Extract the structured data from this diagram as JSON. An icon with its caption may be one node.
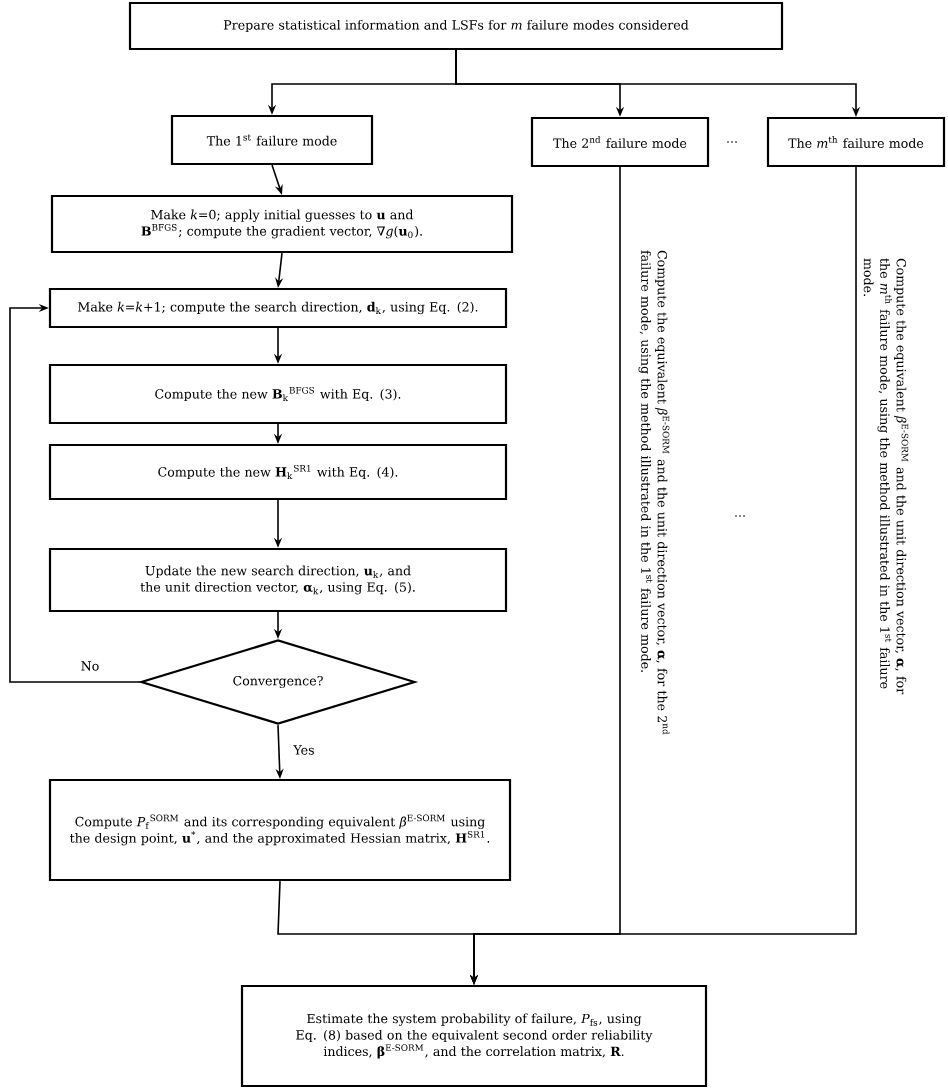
{
  "diagram": {
    "nodes": [
      {
        "text": [
          "Prepare statistical information and LSFs for *m* failure modes considered"
        ]
      },
      {
        "text": [
          "The 1$^{st}$ failure mode"
        ]
      },
      {
        "text": [
          "The 2$^{nd}$ failure mode"
        ]
      },
      {
        "text": [
          "The *m*$^{th}$ failure mode"
        ]
      },
      {
        "text": [
          "Make *k*=0; apply initial guesses to **u** and **B**$^{BFGS}$; compute the gradient vector, ∇*g*(**u**$_{0}$)."
        ]
      },
      {
        "text": [
          "Make *k*=*k*+1; compute the search direction, **d**$_{k}$, using Eq. (2)."
        ]
      },
      {
        "text": [
          "Compute the new **B**$_{k}$$^{BFGS}$ with Eq. (3)."
        ]
      },
      {
        "text": [
          "Compute the new **H**$_{k}$$^{SR1}$ with Eq. (4)."
        ]
      },
      {
        "text": [
          "Update the new search direction, **u**$_{k}$, and the unit direction vector, **α**$_{k}$, using Eq. (5)."
        ]
      },
      {
        "text": [
          "Convergence?"
        ]
      },
      {
        "text": [
          "Compute *P*$_{f}$$^{SORM}$ and its corresponding equivalent *β*$^{E-SORM}$ using the design point, **u**$^{*}$, and the approximated Hessian matrix, **H**$^{SR1}$."
        ]
      },
      {
        "text": [
          "Estimate the system probability of failure, *P*$_{fs}$, using Eq. (8) based on the equivalent second order reliability indices, **β**$^{E-SORM}$, and the correlation matrix, **R**."
        ]
      }
    ],
    "edges": [
      {
        "from": 0,
        "to": 1,
        "arrow": "to"
      },
      {
        "from": 0,
        "to": 2,
        "arrow": "to"
      },
      {
        "from": 0,
        "to": 3,
        "arrow": "to"
      },
      {
        "from": 1,
        "to": 4,
        "arrow": "to"
      },
      {
        "from": 4,
        "to": 5,
        "arrow": "to"
      },
      {
        "from": 5,
        "to": 6,
        "arrow": "to"
      },
      {
        "from": 6,
        "to": 7,
        "arrow": "to"
      },
      {
        "from": 7,
        "to": 8,
        "arrow": "to"
      },
      {
        "from": 8,
        "to": 9,
        "arrow": "to"
      },
      {
        "from": 9,
        "to": 5,
        "arrow": "to",
        "label": "No"
      },
      {
        "from": 9,
        "to": 10,
        "arrow": "to",
        "label": "Yes"
      },
      {
        "from": 10,
        "to": 11,
        "arrow": "to"
      },
      {
        "from": 2,
        "to": 11,
        "arrow": "to",
        "label": "Compute the equivalent *β*$^{E-SORM}$ and the unit direction vector, **α**, for the 2$^{nd}$ failure mode, using the method illustrated in the 1$^{st}$ failure mode."
      },
      {
        "from": 3,
        "to": 11,
        "arrow": "to",
        "label": "Compute the equivalent *β*$^{E-SORM}$ and the unit direction vector, **α**, for the *m*$^{th}$ failure mode, using the method illustrated in the 1$^{st}$ failure mode."
      }
    ],
    "labels": [
      "...",
      "..."
    ]
  }
}
